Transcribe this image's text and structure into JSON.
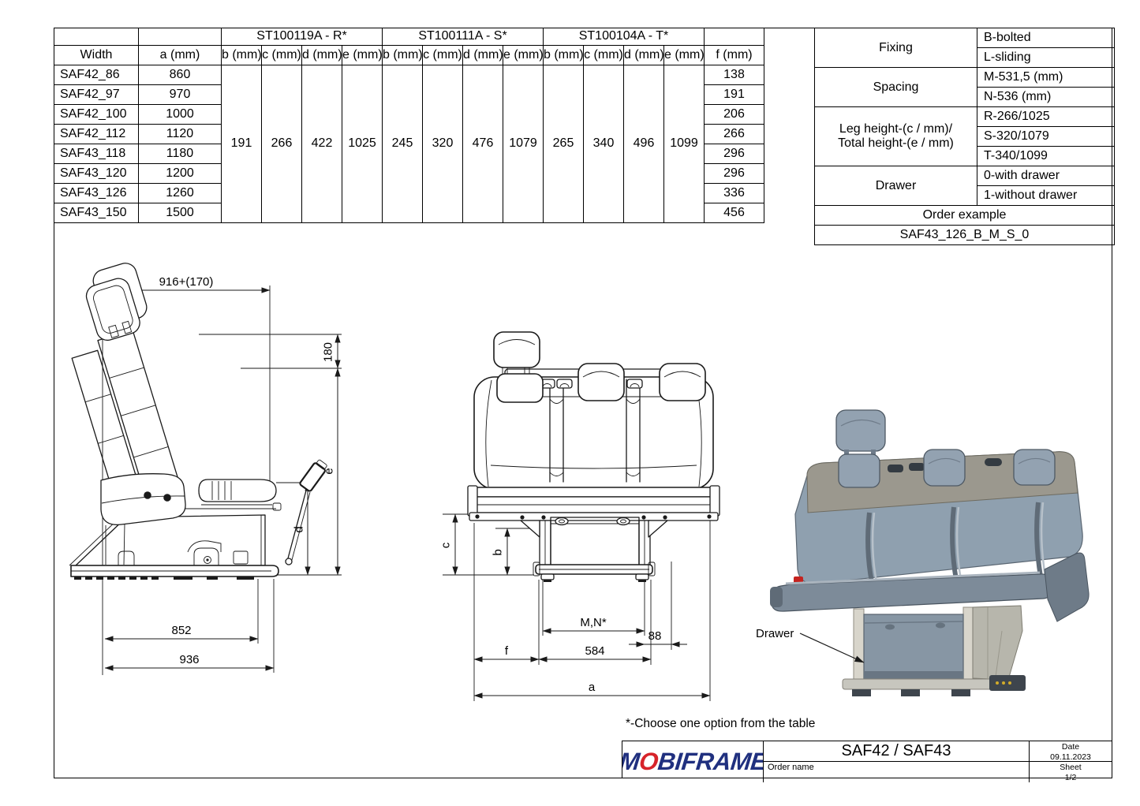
{
  "spec_table": {
    "group_headers": [
      "ST100119A - R*",
      "ST100111A - S*",
      "ST100104A - T*"
    ],
    "col_headers": {
      "width": "Width",
      "a": "a (mm)",
      "b": "b (mm)",
      "c": "c (mm)",
      "d": "d (mm)",
      "e": "e (mm)",
      "f": "f (mm)"
    },
    "merged": {
      "r": {
        "b": "191",
        "c": "266",
        "d": "422",
        "e": "1025"
      },
      "s": {
        "b": "245",
        "c": "320",
        "d": "476",
        "e": "1079"
      },
      "t": {
        "b": "265",
        "c": "340",
        "d": "496",
        "e": "1099"
      }
    },
    "rows": [
      {
        "width": "SAF42_86",
        "a": "860",
        "f": "138"
      },
      {
        "width": "SAF42_97",
        "a": "970",
        "f": "191"
      },
      {
        "width": "SAF42_100",
        "a": "1000",
        "f": "206"
      },
      {
        "width": "SAF42_112",
        "a": "1120",
        "f": "266"
      },
      {
        "width": "SAF43_118",
        "a": "1180",
        "f": "296"
      },
      {
        "width": "SAF43_120",
        "a": "1200",
        "f": "296"
      },
      {
        "width": "SAF43_126",
        "a": "1260",
        "f": "336"
      },
      {
        "width": "SAF43_150",
        "a": "1500",
        "f": "456"
      }
    ]
  },
  "options_table": {
    "fixing_label": "Fixing",
    "fixing_1": "B-bolted",
    "fixing_2": "L-sliding",
    "spacing_label": "Spacing",
    "spacing_1": "M-531,5 (mm)",
    "spacing_2": "N-536 (mm)",
    "height_label": "Leg height-(c / mm)/\nTotal height-(e / mm)",
    "height_1": "R-266/1025",
    "height_2": "S-320/1079",
    "height_3": "T-340/1099",
    "drawer_label": "Drawer",
    "drawer_1": "0-with drawer",
    "drawer_2": "1-without drawer",
    "order_example_label": "Order example",
    "order_example_value": "SAF43_126_B_M_S_0"
  },
  "dims": {
    "side_width": "916+(170)",
    "side_headrest": "180",
    "side_e": "e",
    "side_d": "d",
    "side_852": "852",
    "side_936": "936",
    "front_c": "c",
    "front_b": "b",
    "front_mn": "M,N*",
    "front_88": "88",
    "front_584": "584",
    "front_f": "f",
    "front_a": "a"
  },
  "iso": {
    "drawer_label": "Drawer"
  },
  "note": "*-Choose one option from the table",
  "title_block": {
    "logo_m": "M",
    "logo_o": "O",
    "logo_rest": "BIFRAME",
    "title": "SAF42 / SAF43",
    "order_name_label": "Order name",
    "date_label": "Date",
    "date_value": "09.11.2023",
    "sheet_label": "Sheet",
    "sheet_value": "1/2"
  },
  "colors": {
    "logo_navy": "#20307f",
    "logo_red": "#d7232a",
    "seat_body": "#8fa0af",
    "seat_band": "#9b988e",
    "line": "#1a1a1a"
  }
}
